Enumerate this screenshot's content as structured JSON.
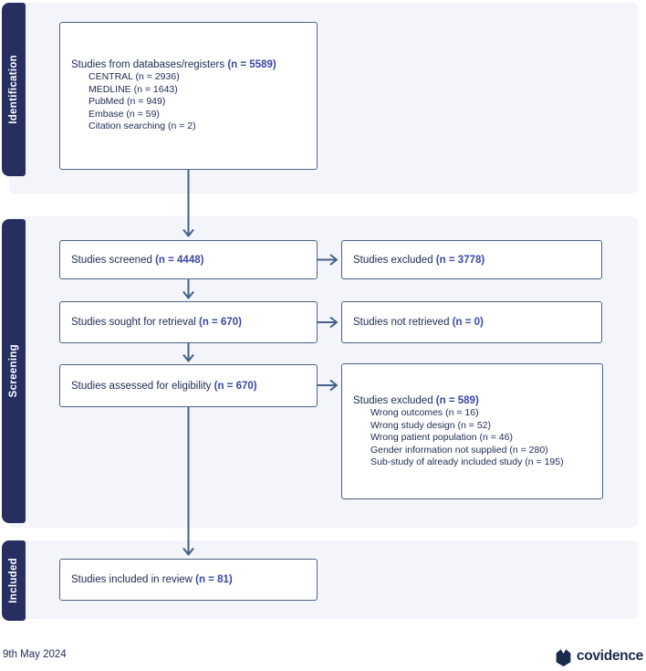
{
  "sections": [
    {
      "label": "Identification"
    },
    {
      "label": "Screening"
    },
    {
      "label": "Included"
    }
  ],
  "boxes": {
    "databases": {
      "title": "Studies from databases/registers",
      "count": "(n = 5589)",
      "items": [
        "CENTRAL (n = 2936)",
        "MEDLINE (n = 1643)",
        "PubMed (n = 949)",
        "Embase (n = 59)",
        "Citation searching (n = 2)"
      ]
    },
    "screened": {
      "title": "Studies screened",
      "count": "(n = 4448)"
    },
    "sought": {
      "title": "Studies sought for retrieval",
      "count": "(n = 670)"
    },
    "assessed": {
      "title": "Studies assessed for eligibility",
      "count": "(n = 670)"
    },
    "included": {
      "title": "Studies included in review",
      "count": "(n = 81)"
    },
    "excluded_screened": {
      "title": "Studies excluded",
      "count": "(n = 3778)"
    },
    "not_retrieved": {
      "title": "Studies not retrieved",
      "count": "(n = 0)"
    },
    "excluded_eligibility": {
      "title": "Studies excluded",
      "count": "(n = 589)",
      "items": [
        "Wrong outcomes (n = 16)",
        "Wrong study design (n = 52)",
        "Wrong patient population (n = 46)",
        "Gender information not supplied (n = 280)",
        "Sub-study of already included study (n = 195)"
      ]
    }
  },
  "footer": {
    "date": "9th May 2024",
    "brand": "covidence"
  },
  "colors": {
    "sidebar_navy": "#272e60",
    "panel_background": "#f3f5fa",
    "box_border": "#4d6385",
    "arrow": "#44608a",
    "text_navy": "#1e2a52",
    "count_blue": "#3a47a3",
    "brand_navy": "#1b2b4e"
  }
}
